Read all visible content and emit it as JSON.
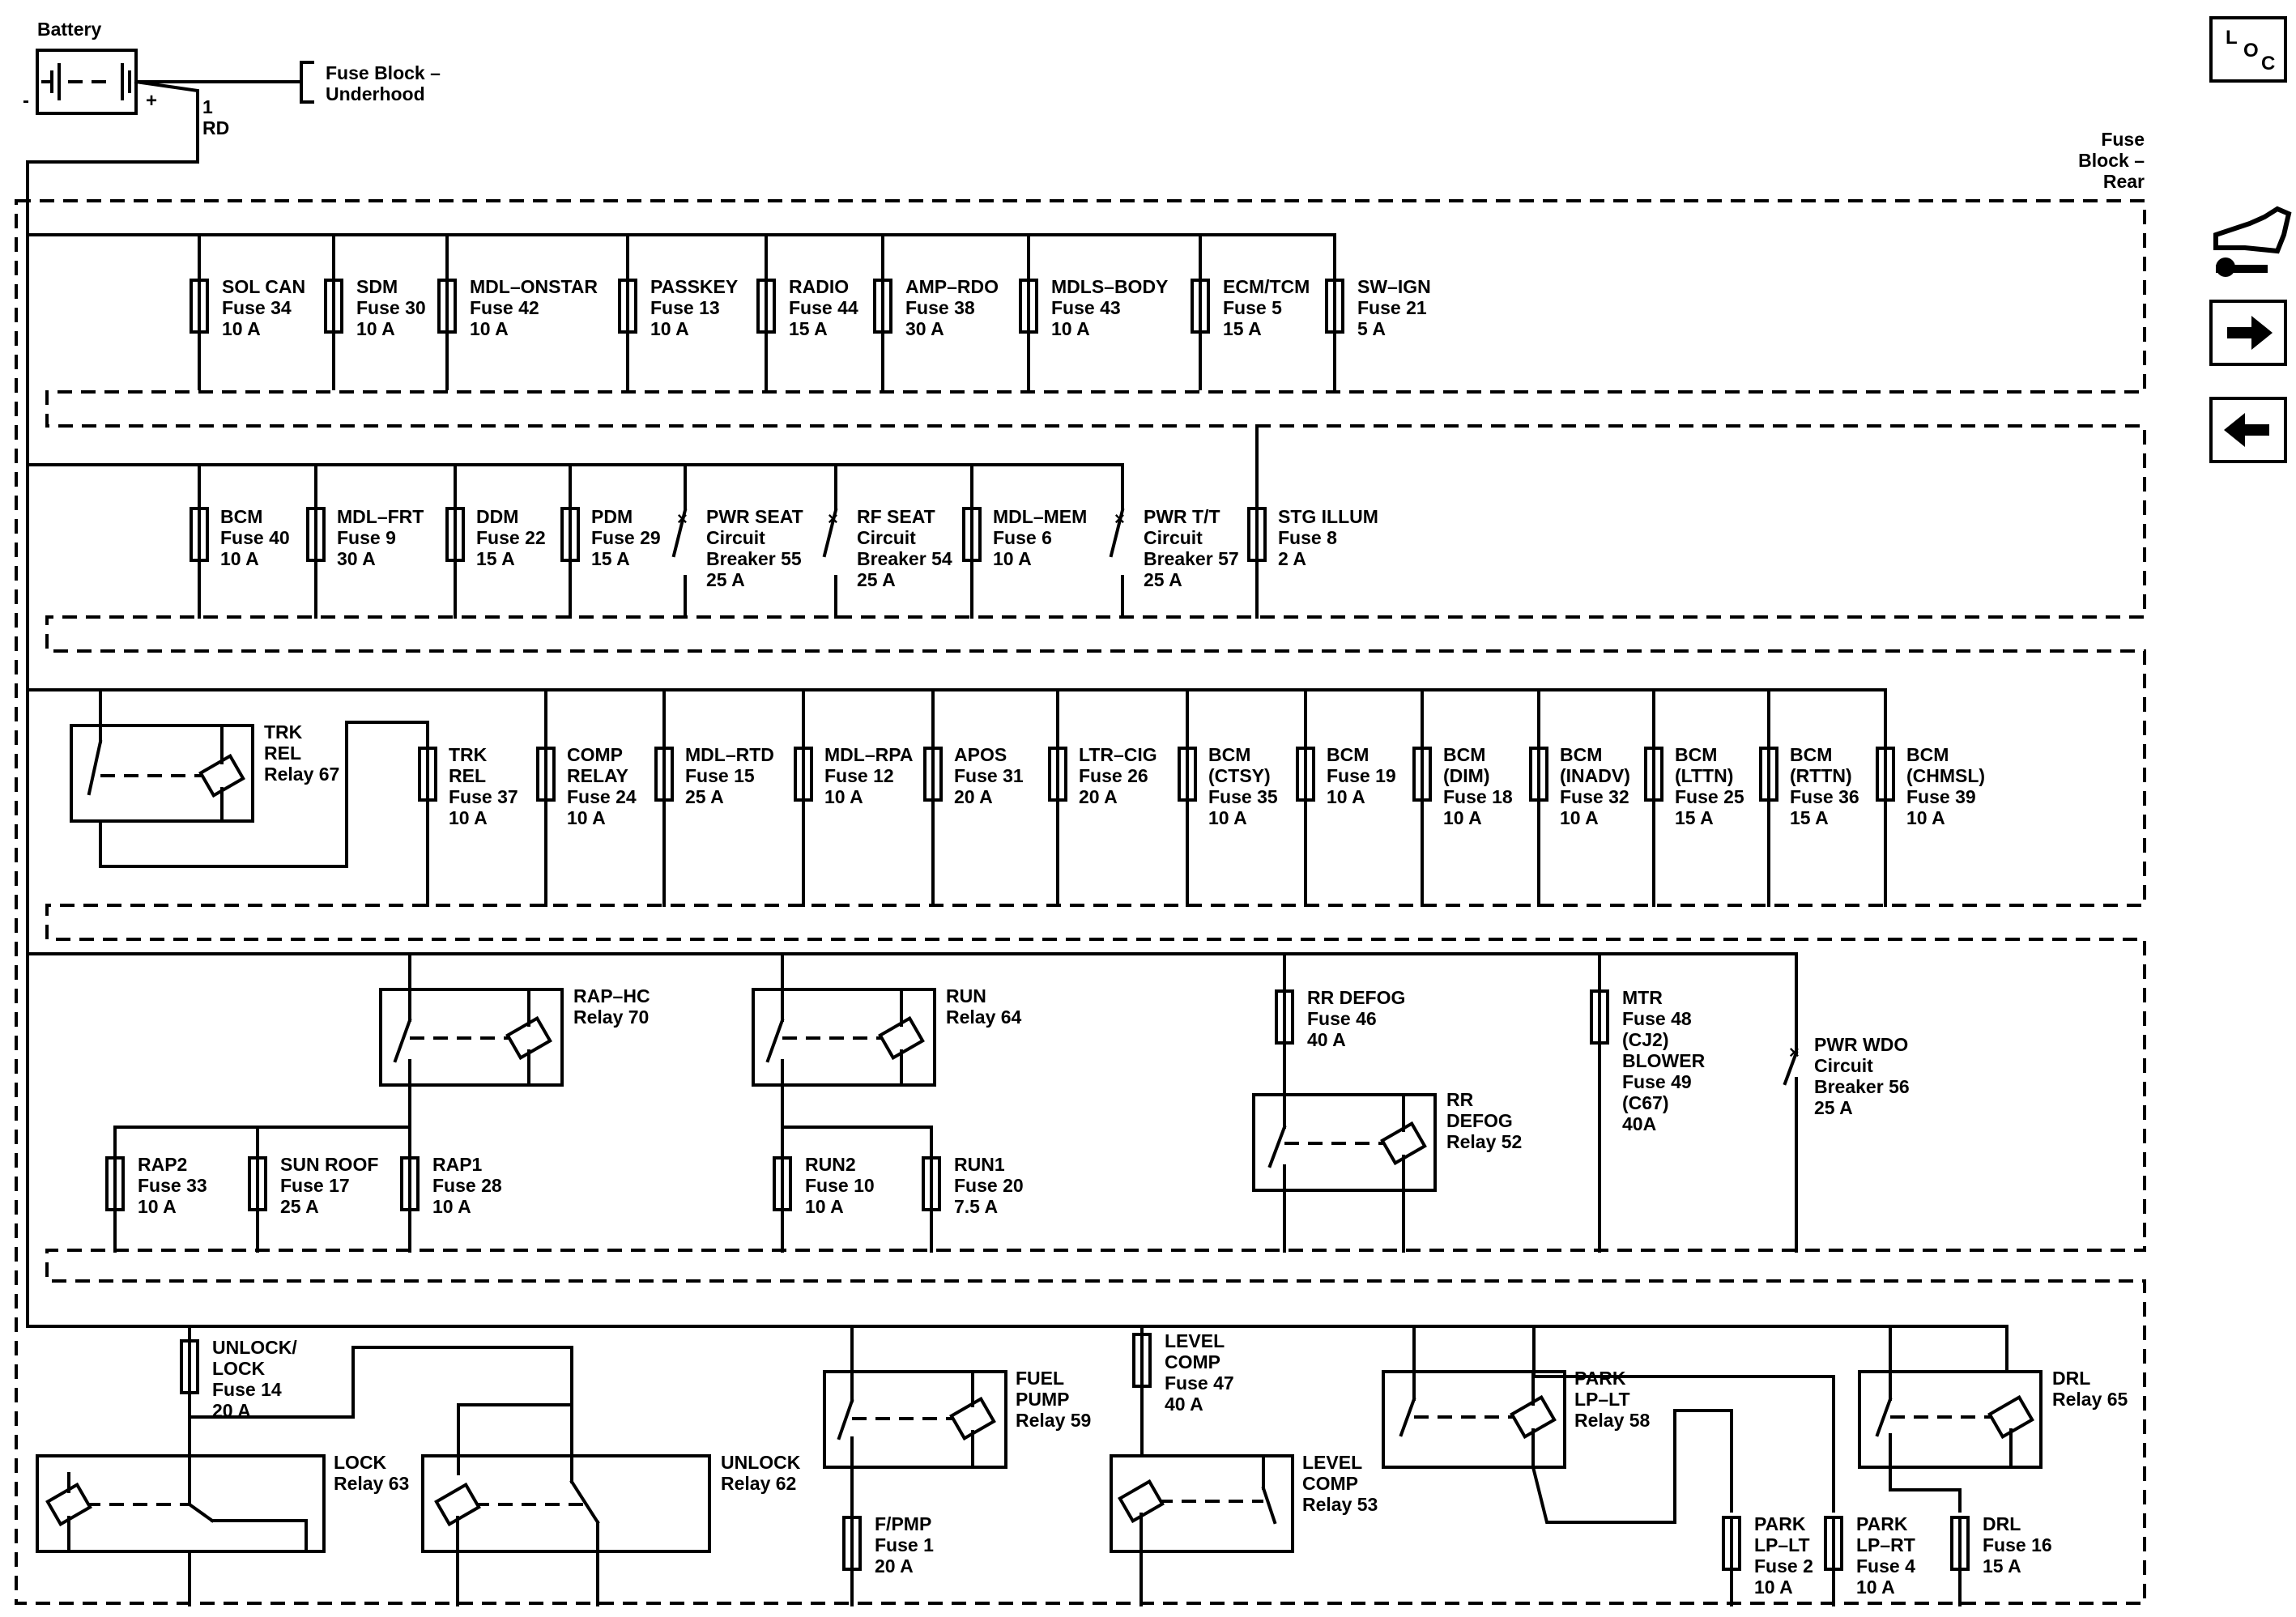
{
  "top": {
    "battery": "Battery",
    "battery_neg": "-",
    "battery_pos": "+",
    "underhood": [
      "Fuse Block –",
      "Underhood"
    ],
    "wire": [
      "1",
      "RD"
    ]
  },
  "rear_block_label": [
    "Fuse",
    "Block –",
    "Rear"
  ],
  "row1": [
    {
      "name": "SOL CAN",
      "fuse": "Fuse 34",
      "amp": "10 A"
    },
    {
      "name": "SDM",
      "fuse": "Fuse 30",
      "amp": "10 A"
    },
    {
      "name": "MDL–ONSTAR",
      "fuse": "Fuse 42",
      "amp": "10 A"
    },
    {
      "name": "PASSKEY",
      "fuse": "Fuse 13",
      "amp": "10 A"
    },
    {
      "name": "RADIO",
      "fuse": "Fuse 44",
      "amp": "15 A"
    },
    {
      "name": "AMP–RDO",
      "fuse": "Fuse 38",
      "amp": "30 A"
    },
    {
      "name": "MDLS–BODY",
      "fuse": "Fuse 43",
      "amp": "10 A"
    },
    {
      "name": "ECM/TCM",
      "fuse": "Fuse 5",
      "amp": "15 A"
    },
    {
      "name": "SW–IGN",
      "fuse": "Fuse 21",
      "amp": "5 A"
    }
  ],
  "row2": [
    {
      "type": "fuse",
      "lines": [
        "BCM",
        "Fuse 40",
        "10 A"
      ]
    },
    {
      "type": "fuse",
      "lines": [
        "MDL–FRT",
        "Fuse 9",
        "30 A"
      ]
    },
    {
      "type": "fuse",
      "lines": [
        "DDM",
        "Fuse 22",
        "15 A"
      ]
    },
    {
      "type": "fuse",
      "lines": [
        "PDM",
        "Fuse 29",
        "15 A"
      ]
    },
    {
      "type": "breaker",
      "lines": [
        "PWR SEAT",
        "Circuit",
        "Breaker 55",
        "25 A"
      ]
    },
    {
      "type": "breaker",
      "lines": [
        "RF SEAT",
        "Circuit",
        "Breaker 54",
        "25 A"
      ]
    },
    {
      "type": "fuse",
      "lines": [
        "MDL–MEM",
        "Fuse 6",
        "10 A"
      ]
    },
    {
      "type": "breaker",
      "lines": [
        "PWR T/T",
        "Circuit",
        "Breaker 57",
        "25 A"
      ]
    },
    {
      "type": "fuse",
      "lines": [
        "STG ILLUM",
        "Fuse 8",
        "2 A"
      ]
    }
  ],
  "row3_relay": [
    "TRK",
    "REL",
    "Relay 67"
  ],
  "row3": [
    [
      "TRK",
      "REL",
      "Fuse 37",
      "10 A"
    ],
    [
      "COMP",
      "RELAY",
      "Fuse 24",
      "10 A"
    ],
    [
      "MDL–RTD",
      "Fuse 15",
      "25 A"
    ],
    [
      "MDL–RPA",
      "Fuse 12",
      "10 A"
    ],
    [
      "APOS",
      "Fuse 31",
      "20 A"
    ],
    [
      "LTR–CIG",
      "Fuse 26",
      "20 A"
    ],
    [
      "BCM",
      "(CTSY)",
      "Fuse 35",
      "10 A"
    ],
    [
      "BCM",
      "Fuse 19",
      "10 A"
    ],
    [
      "BCM",
      "(DIM)",
      "Fuse 18",
      "10 A"
    ],
    [
      "BCM",
      "(INADV)",
      "Fuse 32",
      "10 A"
    ],
    [
      "BCM",
      "(LTTN)",
      "Fuse 25",
      "15 A"
    ],
    [
      "BCM",
      "(RTTN)",
      "Fuse 36",
      "15 A"
    ],
    [
      "BCM",
      "(CHMSL)",
      "Fuse 39",
      "10 A"
    ]
  ],
  "row4": {
    "rap_hc": [
      "RAP–HC",
      "Relay 70"
    ],
    "run": [
      "RUN",
      "Relay 64"
    ],
    "rap2": [
      "RAP2",
      "Fuse 33",
      "10 A"
    ],
    "sunroof": [
      "SUN ROOF",
      "Fuse 17",
      "25 A"
    ],
    "rap1": [
      "RAP1",
      "Fuse 28",
      "10 A"
    ],
    "run2": [
      "RUN2",
      "Fuse 10",
      "10 A"
    ],
    "run1": [
      "RUN1",
      "Fuse 20",
      "7.5 A"
    ],
    "rr_defog_fuse": [
      "RR DEFOG",
      "Fuse 46",
      "40 A"
    ],
    "rr_defog_relay": [
      "RR",
      "DEFOG",
      "Relay 52"
    ],
    "mtr": [
      "MTR",
      "Fuse 48",
      "(CJ2)",
      "BLOWER",
      "Fuse 49",
      "(C67)",
      "40A"
    ],
    "pwr_wdo": [
      "PWR WDO",
      "Circuit",
      "Breaker 56",
      "25 A"
    ]
  },
  "row5": {
    "unlock_lock_fuse": [
      "UNLOCK/",
      "LOCK",
      "Fuse 14",
      "20 A"
    ],
    "lock_relay": [
      "LOCK",
      "Relay 63"
    ],
    "unlock_relay": [
      "UNLOCK",
      "Relay 62"
    ],
    "fuel_pump_relay": [
      "FUEL",
      "PUMP",
      "Relay 59"
    ],
    "fpmp_fuse": [
      "F/PMP",
      "Fuse 1",
      "20 A"
    ],
    "level_comp_fuse": [
      "LEVEL",
      "COMP",
      "Fuse 47",
      "40 A"
    ],
    "level_comp_relay": [
      "LEVEL",
      "COMP",
      "Relay 53"
    ],
    "park_lp_relay": [
      "PARK",
      "LP–LT",
      "Relay 58"
    ],
    "park_lp_lt_fuse": [
      "PARK",
      "LP–LT",
      "Fuse 2",
      "10 A"
    ],
    "park_lp_rt_fuse": [
      "PARK",
      "LP–RT",
      "Fuse 4",
      "10 A"
    ],
    "drl_relay": [
      "DRL",
      "Relay 65"
    ],
    "drl_fuse": [
      "DRL",
      "Fuse 16",
      "15 A"
    ]
  },
  "nav": {
    "loc": [
      "L",
      "O",
      "C"
    ]
  }
}
